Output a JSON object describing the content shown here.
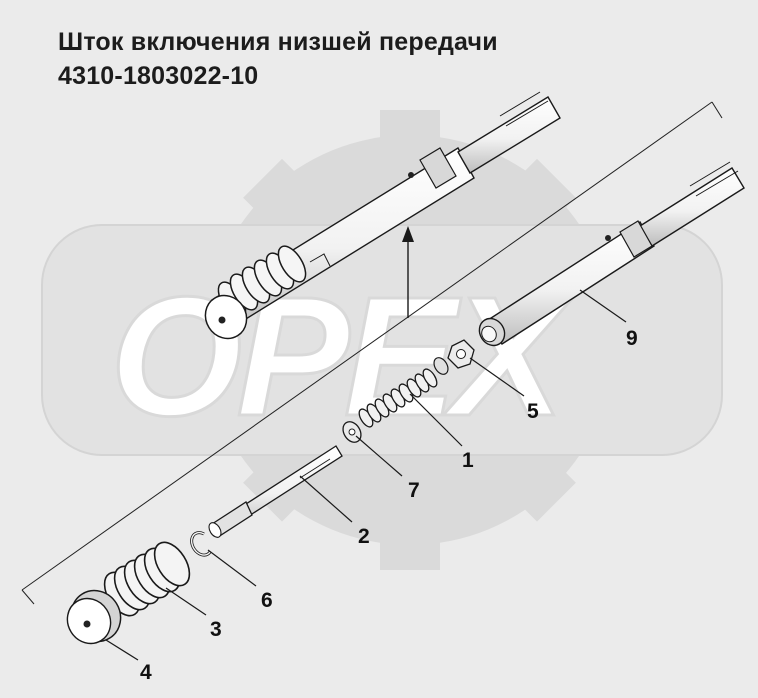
{
  "title": {
    "line1": "Шток включения низшей передачи",
    "line2": "4310-1803022-10"
  },
  "watermark": {
    "text": "OPEX"
  },
  "callouts": [
    {
      "id": "1",
      "label": "1"
    },
    {
      "id": "2",
      "label": "2"
    },
    {
      "id": "3",
      "label": "3"
    },
    {
      "id": "4",
      "label": "4"
    },
    {
      "id": "5",
      "label": "5"
    },
    {
      "id": "6",
      "label": "6"
    },
    {
      "id": "7",
      "label": "7"
    },
    {
      "id": "9",
      "label": "9"
    }
  ],
  "colors": {
    "background": "#ebebeb",
    "part_fill": "#ffffff",
    "part_shade": "#d6d6d6",
    "line": "#1a1a1a",
    "watermark_gear": "#dadada"
  }
}
